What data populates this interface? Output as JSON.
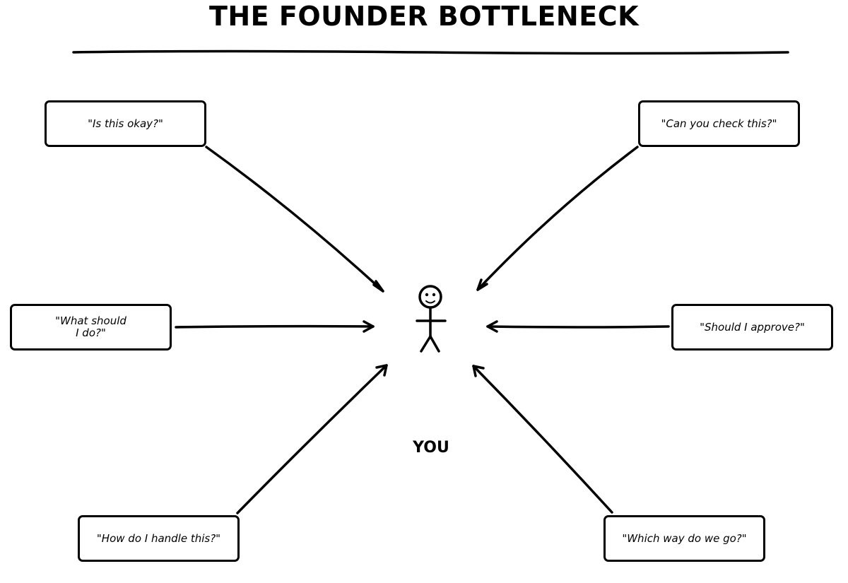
{
  "diagram": {
    "title": "THE FOUNDER BOTTLENECK",
    "center_label": "YOU",
    "questions": {
      "top_left": "\"Is this okay?\"",
      "top_right": "\"Can you check this?\"",
      "middle_left": "\"What should\nI do?\"",
      "middle_right": "\"Should I approve?\"",
      "bottom_left": "\"How do I handle this?\"",
      "bottom_right": "\"Which way do we go?\""
    },
    "stroke_color": "#000000",
    "background_color": "#ffffff"
  }
}
